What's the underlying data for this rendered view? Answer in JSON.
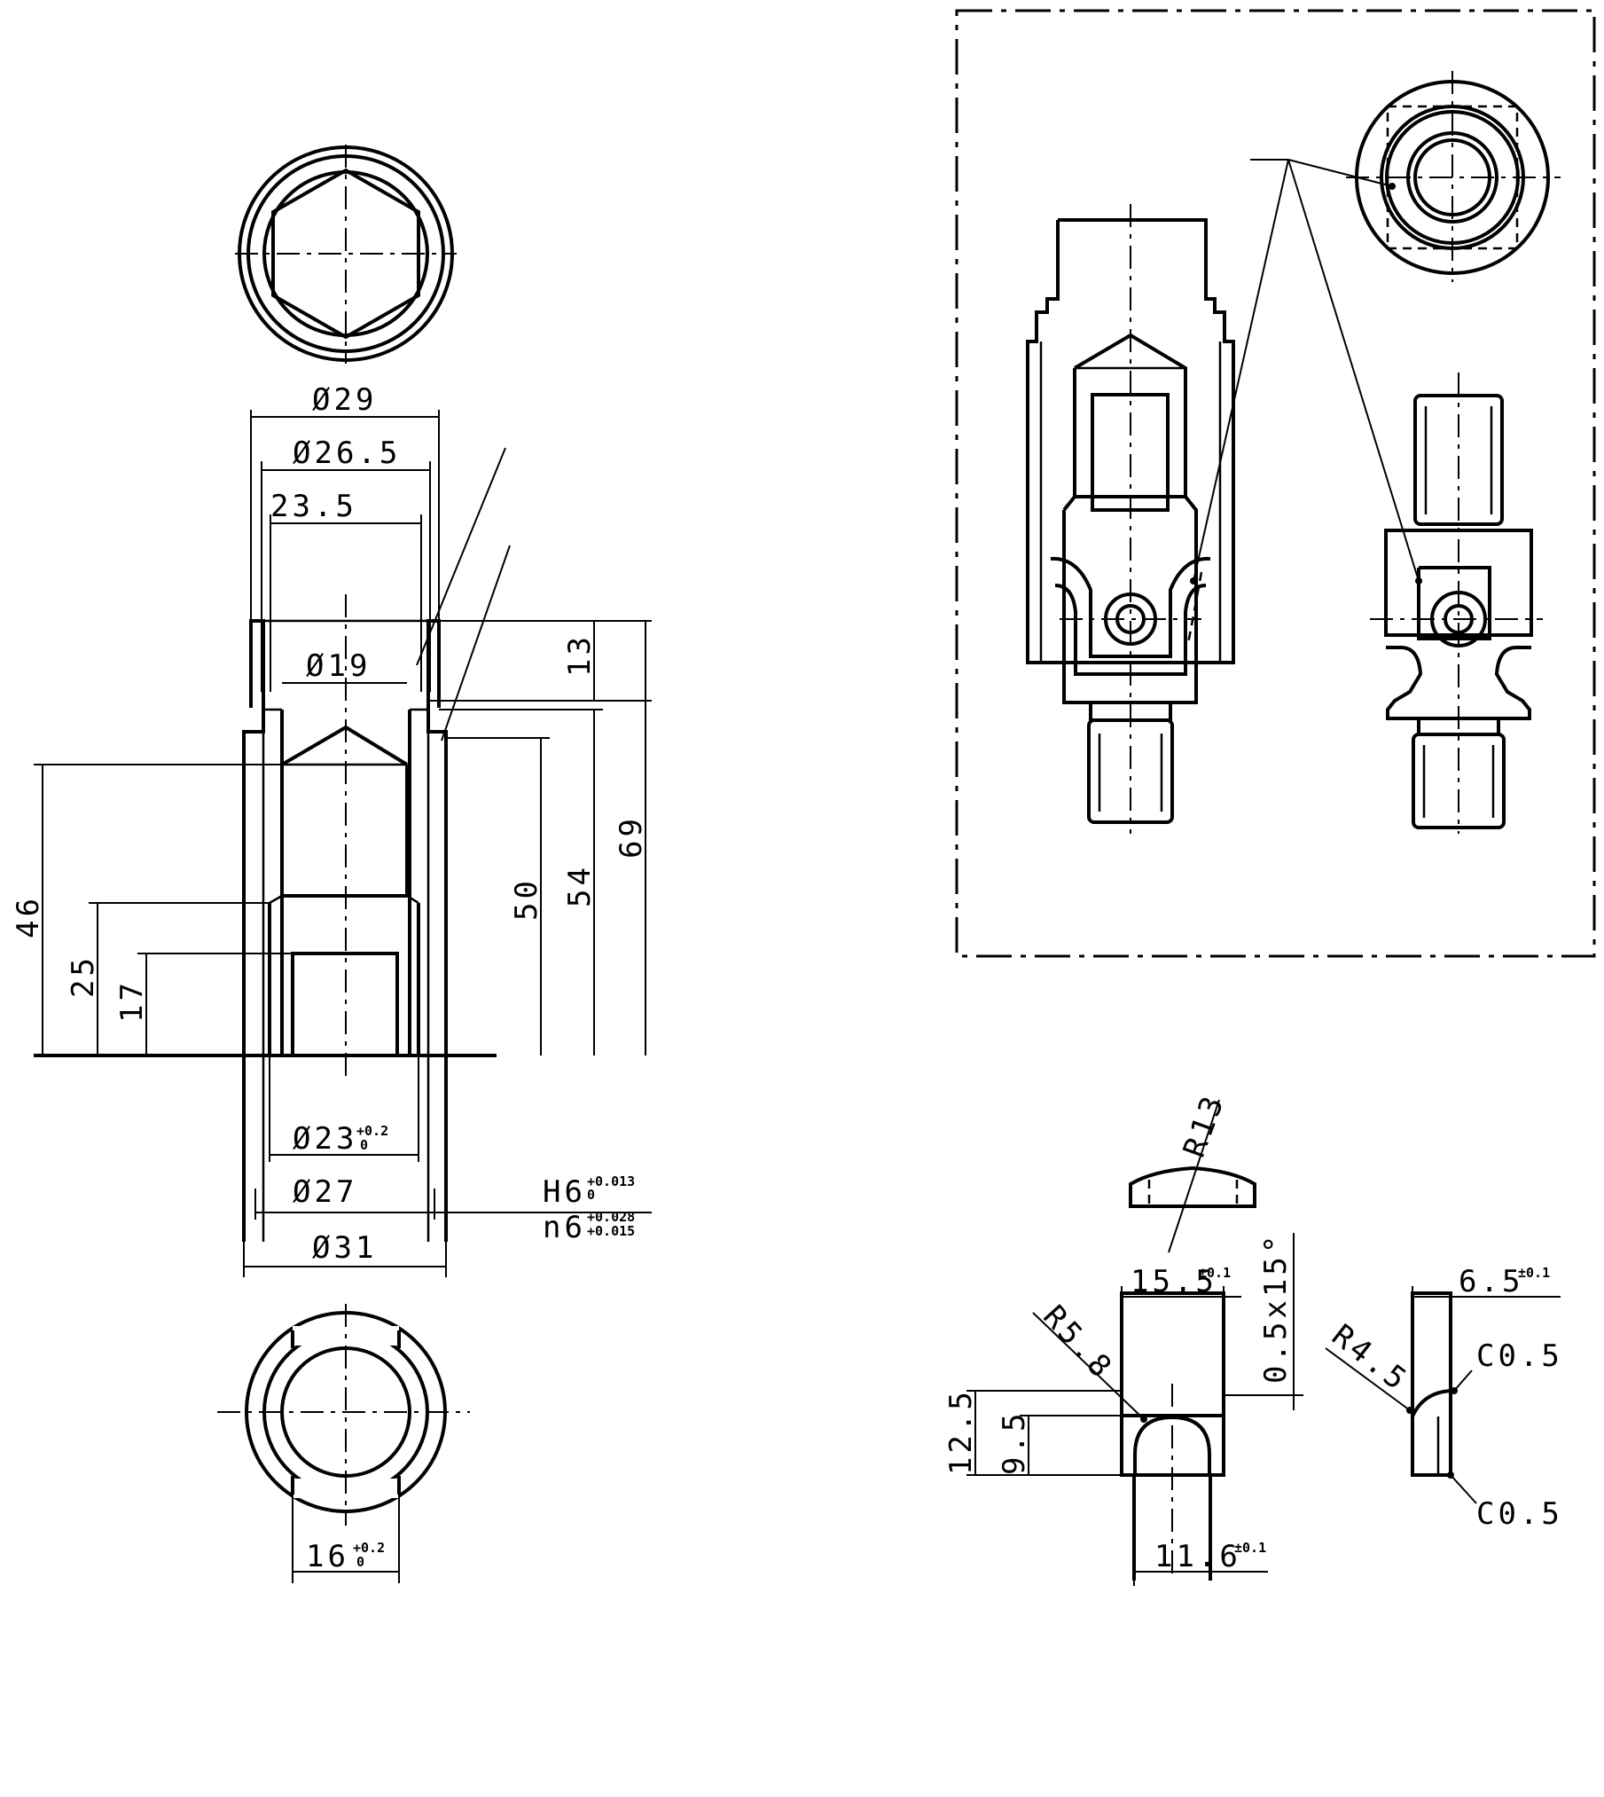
{
  "shaft_dims": {
    "d29": "Ø29",
    "d26_5": "Ø26.5",
    "w23_5": "23.5",
    "d19": "Ø19",
    "d23": "Ø23",
    "d23_tol_up": "+0.2",
    "d23_tol_low": "0",
    "d27": "Ø27",
    "d31": "Ø31",
    "h13": "13",
    "h69": "69",
    "h54": "54",
    "h50": "50",
    "h46": "46",
    "h25": "25",
    "h17": "17",
    "fit_h6": "H6",
    "fit_h6_up": "+0.013",
    "fit_h6_low": "0",
    "fit_n6": "n6",
    "fit_n6_up": "+0.028",
    "fit_n6_low": "+0.015",
    "w16": "16",
    "w16_up": "+0.2",
    "w16_low": "0"
  },
  "block_dims": {
    "r13": "R13",
    "w15_5": "15.5",
    "w15_5_tol": "±0.1",
    "chamfer": "0.5x15°",
    "r5_8": "R5.8",
    "h12_5": "12.5",
    "h9_5": "9.5",
    "w11_6": "11.6",
    "w11_6_tol": "±0.1",
    "w6_5": "6.5",
    "w6_5_tol": "±0.1",
    "r4_5": "R4.5",
    "c0_5_top": "C0.5",
    "c0_5_bottom": "C0.5"
  }
}
